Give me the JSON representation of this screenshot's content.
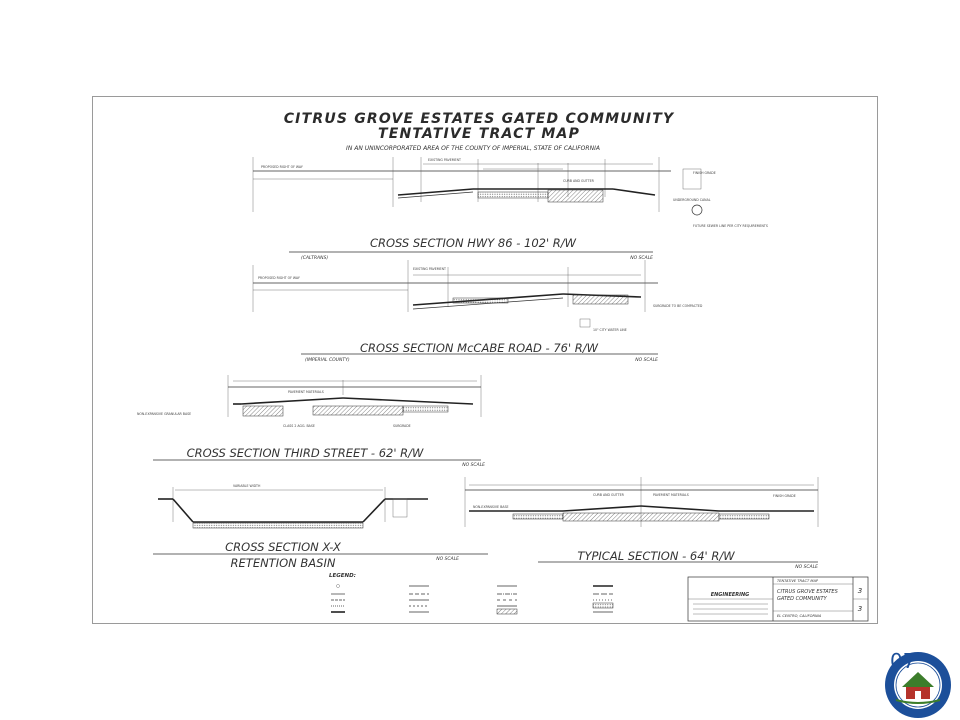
{
  "sheet": {
    "title_line1": "CITRUS GROVE ESTATES GATED COMMUNITY",
    "title_line2": "TENTATIVE TRACT MAP",
    "subtitle": "IN AN UNINCORPORATED AREA OF THE COUNTY OF IMPERIAL, STATE OF CALIFORNIA"
  },
  "sections": {
    "hwy86": {
      "title": "CROSS SECTION HWY 86 - 102' R/W",
      "agency": "(CALTRANS)",
      "scale": "NO SCALE"
    },
    "mccabe": {
      "title": "CROSS SECTION McCABE ROAD - 76' R/W",
      "agency": "(IMPERIAL COUNTY)",
      "scale": "NO SCALE"
    },
    "third": {
      "title": "CROSS SECTION THIRD STREET - 62' R/W",
      "scale": "NO SCALE"
    },
    "xx": {
      "title_line1": "CROSS SECTION  X-X",
      "title_line2": "RETENTION BASIN",
      "scale": "NO SCALE"
    },
    "typical": {
      "title": "TYPICAL SECTION - 64' R/W",
      "scale": "NO SCALE"
    }
  },
  "legend": {
    "title": "LEGEND:"
  },
  "title_block": {
    "heading": "TENTATIVE TRACT MAP",
    "project_line1": "CITRUS GROVE ESTATES",
    "project_line2": "GATED COMMUNITY",
    "location": "EL CENTRO, CALIFORNIA",
    "firm_name": "ENGINEERING",
    "sheet_number": "3",
    "sheet_total": "3"
  },
  "page_badge": "07",
  "colors": {
    "seal_blue": "#1c4f9a",
    "seal_ring": "#ffffff",
    "seal_green": "#3c7d2b",
    "seal_red": "#b5332b",
    "ink": "#2b2b2b"
  }
}
